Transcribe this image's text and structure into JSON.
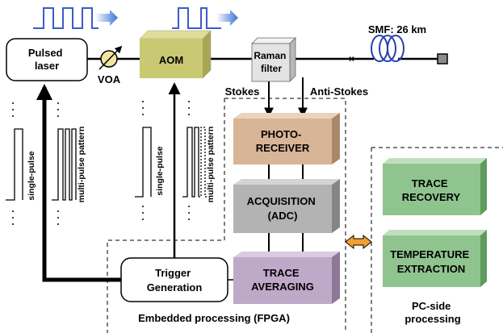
{
  "blocks": {
    "pulsed_laser": [
      "Pulsed",
      "laser"
    ],
    "voa": "VOA",
    "aom": "AOM",
    "raman_filter": [
      "Raman",
      "filter"
    ],
    "smf": "SMF: 26 km",
    "stokes": "Stokes",
    "anti_stokes": "Anti-Stokes",
    "photo_receiver": [
      "PHOTO-",
      "RECEIVER"
    ],
    "acquisition": [
      "ACQUISITION",
      "(ADC)"
    ],
    "trace_averaging": [
      "TRACE",
      "AVERAGING"
    ],
    "trigger_generation": [
      "Trigger",
      "Generation"
    ],
    "trace_recovery": [
      "TRACE",
      "RECOVERY"
    ],
    "temperature_extraction": [
      "TEMPERATURE",
      "EXTRACTION"
    ]
  },
  "regions": {
    "fpga": "Embedded processing (FPGA)",
    "pc": [
      "PC-side",
      "processing"
    ]
  },
  "pulse_labels": {
    "single": "single-pulse",
    "multi": "multi-pulse pattern"
  },
  "colors": {
    "photo_receiver": "#d8b596",
    "acquisition": "#b3b3b3",
    "trace_averaging": "#bfa9c9",
    "aom": "#c9c973",
    "pc_blocks": "#8fc48f",
    "raman_filter": "#e3e3e3",
    "pulse_blue": "#3a5cc9",
    "arrow_orange": "#f0a030"
  }
}
